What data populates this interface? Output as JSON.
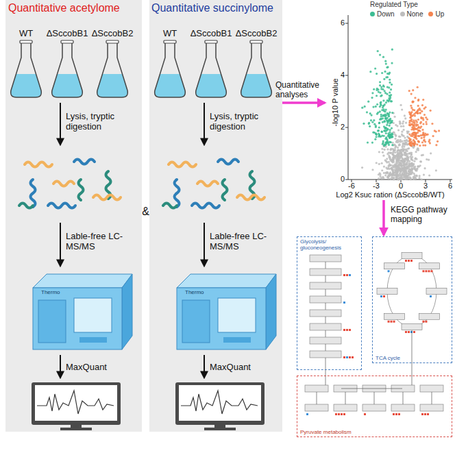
{
  "diagram": {
    "nodes": [
      {
        "text": [
          "Quantitative acetylome"
        ]
      },
      {
        "text": [
          "Quantitative succinylome"
        ]
      },
      {
        "text": [
          "Thermo"
        ],
        "in": 0
      },
      {
        "text": [
          "Thermo"
        ],
        "in": 1
      },
      {
        "text": [
          "Regulated Type"
        ]
      },
      {
        "text": [
          "Glycolysis/ gluconeogenesis"
        ]
      },
      {
        "text": [
          "TCA cycle"
        ]
      },
      {
        "text": [
          "Pyruvate metabolism"
        ]
      }
    ],
    "edges": [
      {
        "from": 1,
        "to": 4,
        "arrow": "to",
        "label": "Quantitative analyses"
      },
      {
        "from": 4,
        "to": 6,
        "arrow": "to",
        "label": "KEGG pathway mapping"
      }
    ],
    "labels": [
      "WT",
      "ΔSccobB1",
      "ΔSccobB2",
      "Lysis, tryptic digestion",
      "Lable-free LC-MS/MS",
      "MaxQuant",
      "WT",
      "ΔSccobB1",
      "ΔSccobB2",
      "Lysis, tryptic digestion",
      "Lable-free LC-MS/MS",
      "MaxQuant",
      "&",
      "-log10 P value",
      "0",
      "2",
      "4",
      "6",
      "-6",
      "-3",
      "0",
      "3",
      "6",
      "Log2 Ksuc ration (ΔSccobB/WT)"
    ],
    "legend": [
      {
        "text": "Down",
        "color": "#3dbd93"
      },
      {
        "text": "None",
        "color": "#bdbdbd"
      },
      {
        "text": "Up",
        "color": "#f4844f"
      }
    ]
  }
}
